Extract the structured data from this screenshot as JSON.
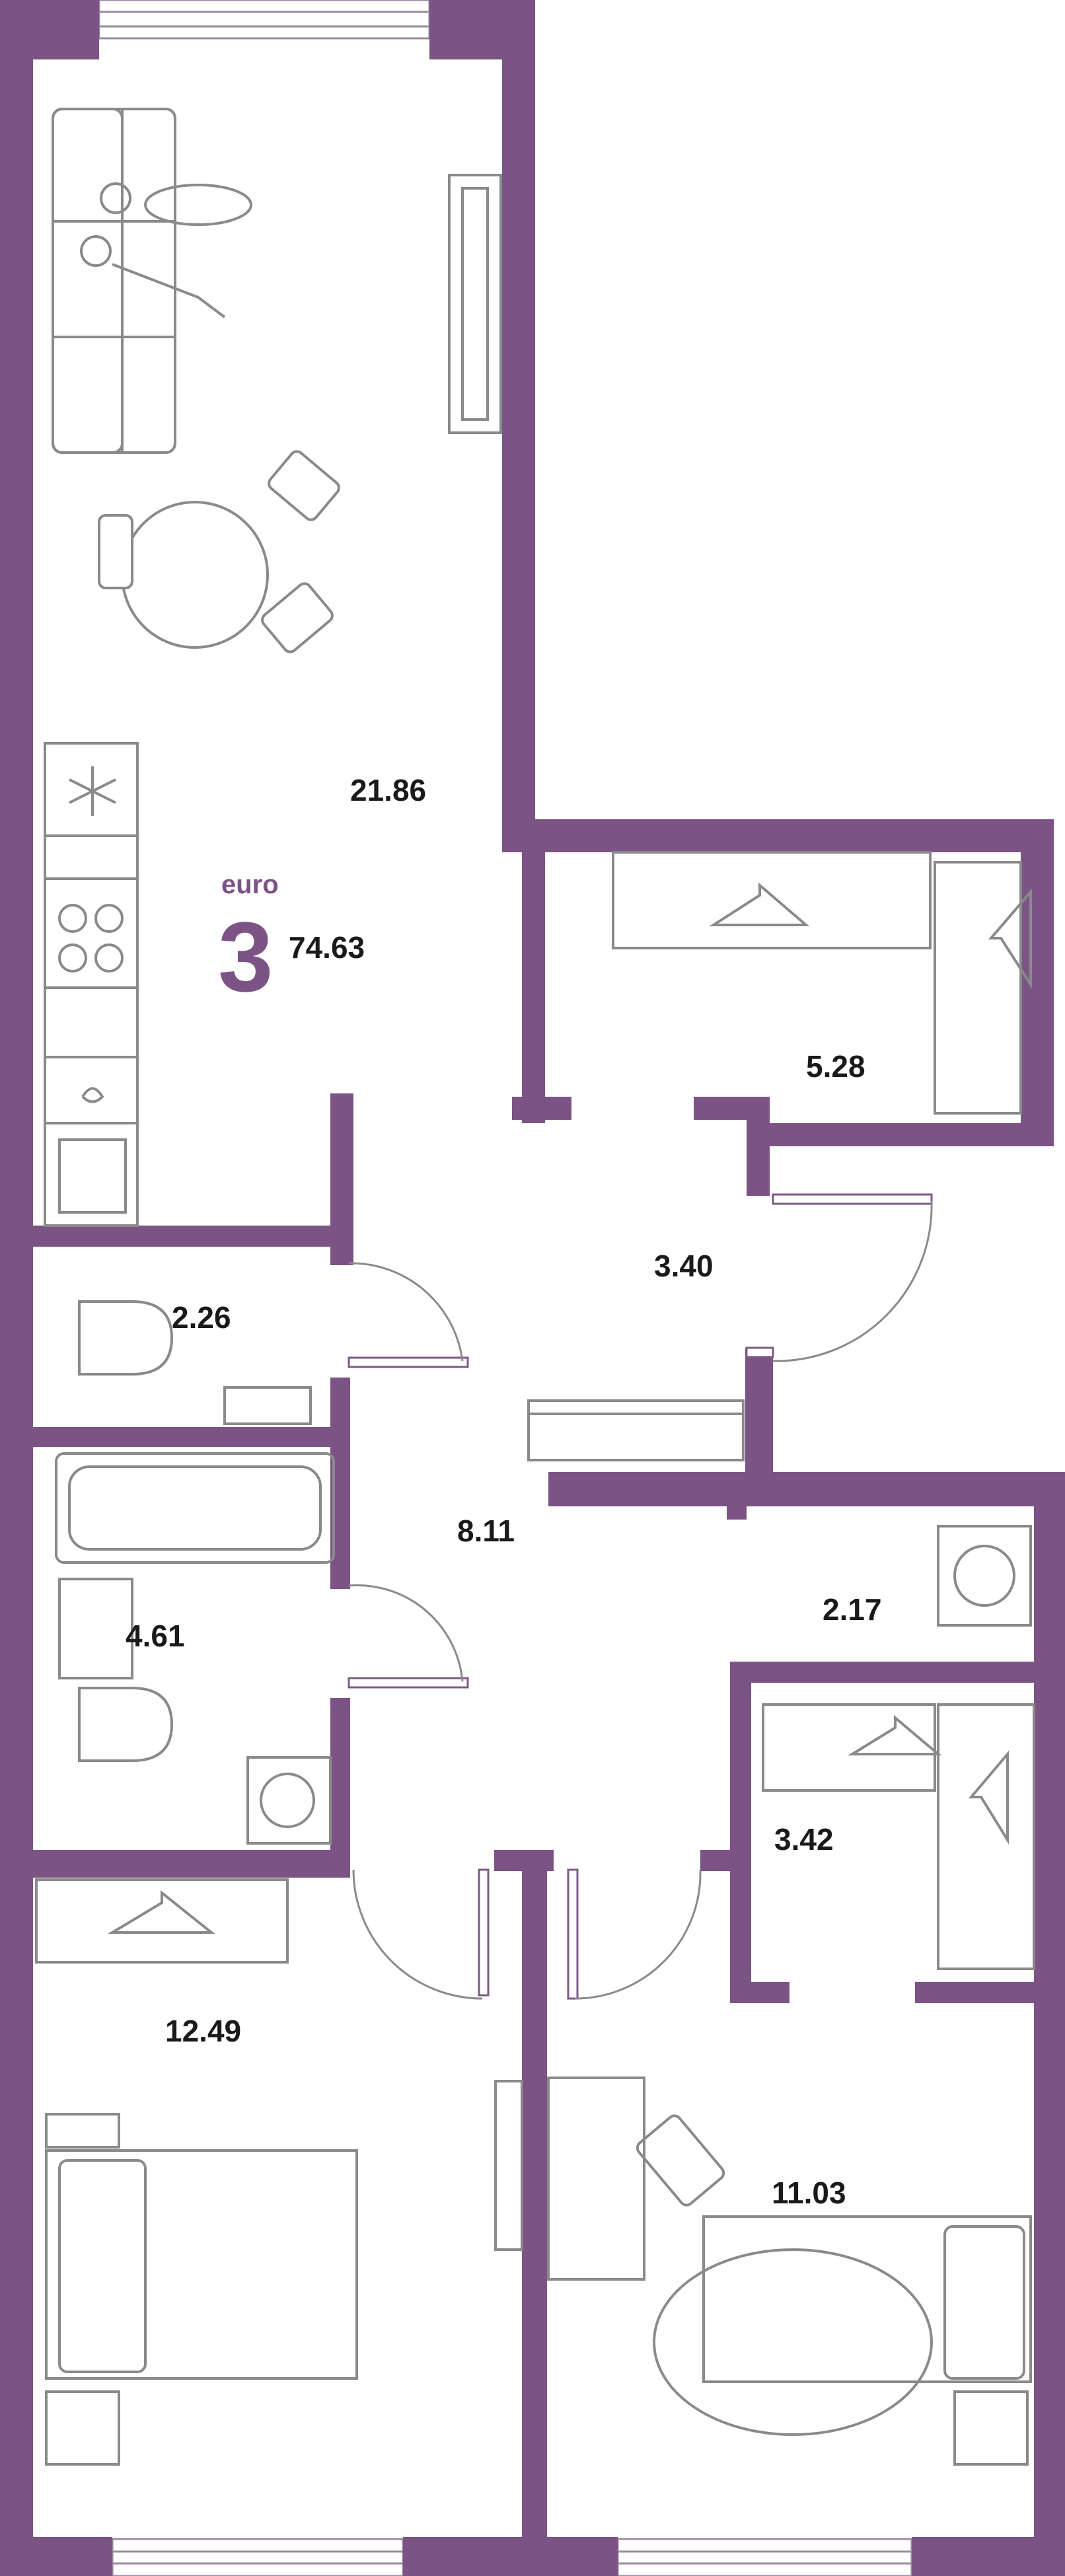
{
  "colors": {
    "wall": "#7B5485",
    "furniture": "#8a8a8a",
    "accent": "#7B5485",
    "text": "#1a1a1a",
    "background": "#ffffff"
  },
  "apartment": {
    "type_label": "euro",
    "rooms": "3",
    "total_area": "74.63"
  },
  "rooms": {
    "living_kitchen": {
      "area": "21.86"
    },
    "wardrobe_top": {
      "area": "5.28"
    },
    "hall": {
      "area": "3.40"
    },
    "wc": {
      "area": "2.26"
    },
    "corridor": {
      "area": "8.11"
    },
    "bathroom": {
      "area": "4.61"
    },
    "laundry": {
      "area": "2.17"
    },
    "wardrobe_right": {
      "area": "3.42"
    },
    "bedroom_left": {
      "area": "12.49"
    },
    "bedroom_right": {
      "area": "11.03"
    }
  },
  "icons": [
    "snowflake-icon",
    "hanger-icon",
    "washing-machine-icon",
    "stove-icon",
    "sink-icon",
    "toilet-icon",
    "bathtub-icon",
    "bed-icon",
    "sofa-icon",
    "tv-icon",
    "chair-icon",
    "desk-icon"
  ]
}
